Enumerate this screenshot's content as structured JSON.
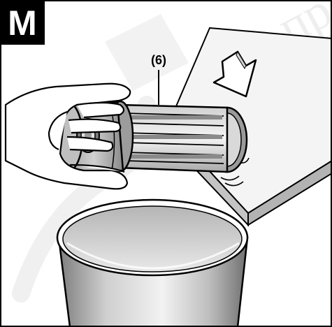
{
  "figure": {
    "step_letter": "M",
    "part_callout": "(6)",
    "watermark_text": "Бр про",
    "colors": {
      "ink": "#000000",
      "tabletop": "#f3f3f3",
      "table_edge": "#b9b9b9",
      "filter_dark": "#8c8c8c",
      "filter_mid": "#bdbdbd",
      "filter_light": "#e6e6e6",
      "bin_outer": "#9e9e9e",
      "bin_inner": "#d9d9d9",
      "watermark": "#ececec",
      "skin": "#ffffff"
    }
  }
}
